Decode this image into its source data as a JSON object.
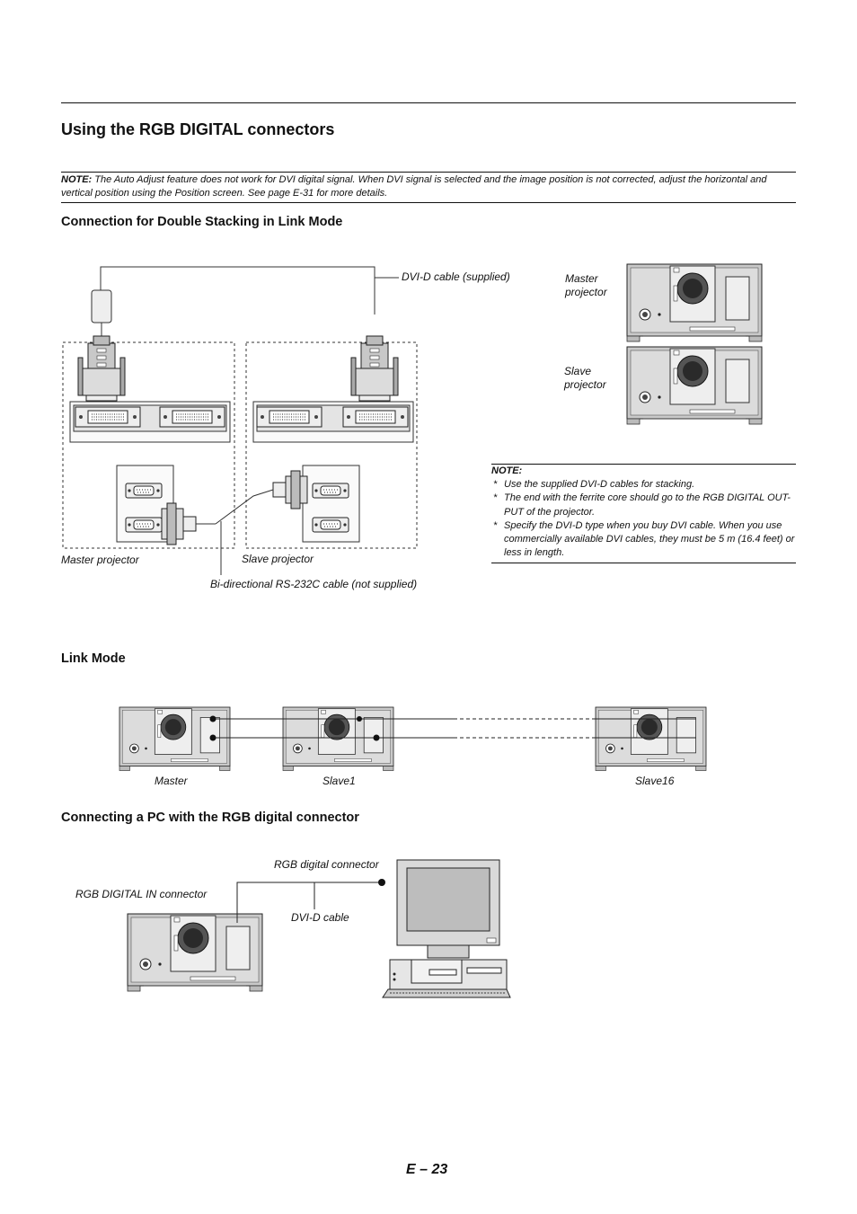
{
  "page": {
    "title": "Using the RGB DIGITAL connectors",
    "note_top_label": "NOTE:",
    "note_top_text": " The Auto Adjust feature does not work for DVI digital signal. When DVI signal is selected and the image position is not corrected, adjust the horizontal and vertical position using the Position screen. See page E-31 for more details.",
    "page_number": "E – 23"
  },
  "section1": {
    "heading": "Connection for Double Stacking in Link Mode",
    "labels": {
      "dvi_cable": "DVI-D cable (supplied)",
      "master_projector": "Master projector",
      "slave_projector": "Slave projector",
      "rs232_cable": "Bi-directional RS-232C cable (not supplied)",
      "stack_master_line1": "Master",
      "stack_master_line2": "projector",
      "stack_slave_line1": "Slave",
      "stack_slave_line2": "projector"
    },
    "note": {
      "title": "NOTE:",
      "items": [
        "Use the supplied DVI-D cables for stacking.",
        "The end with the ferrite core should go to the RGB DIGITAL OUT-PUT of the projector.",
        "Specify the DVI-D type when you buy DVI cable. When you use commercially available DVI cables, they must be 5 m (16.4 feet) or less in length."
      ]
    }
  },
  "section2": {
    "heading": "Link Mode",
    "labels": {
      "master": "Master",
      "slave1": "Slave1",
      "slave16": "Slave16"
    }
  },
  "section3": {
    "heading": "Connecting a PC with the RGB digital connector",
    "labels": {
      "rgb_digital_connector": "RGB digital connector",
      "rgb_digital_in": "RGB DIGITAL IN connector",
      "dvi_d_cable": "DVI-D cable"
    }
  }
}
